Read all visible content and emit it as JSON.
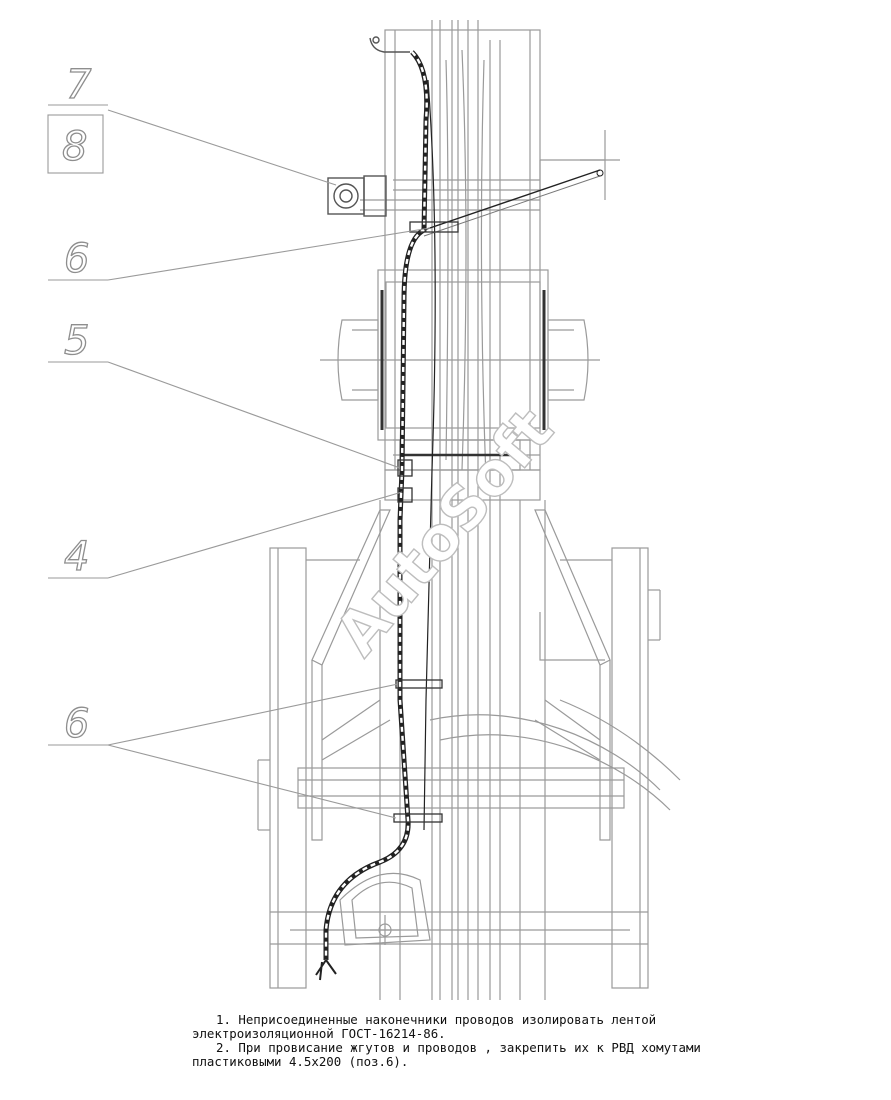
{
  "labels": {
    "pos7": "7",
    "pos8": "8",
    "pos6_top": "6",
    "pos5": "5",
    "pos4": "4",
    "pos6_bottom": "6"
  },
  "watermark": "AutoSoft",
  "notes": {
    "n1_line1": "1. Неприсоединенные наконечники проводов изолировать лентой",
    "n1_line2": "электроизоляционной ГОСТ-16214-86.",
    "n2_line1": "2. При провисание жгутов и проводов , закрепить их к РВД хомутами",
    "n2_line2": "пластиковыми 4.5х200 (поз.6)."
  },
  "colors": {
    "outline": "#9a9a9a",
    "hose": "#222222",
    "text": "#111111"
  }
}
